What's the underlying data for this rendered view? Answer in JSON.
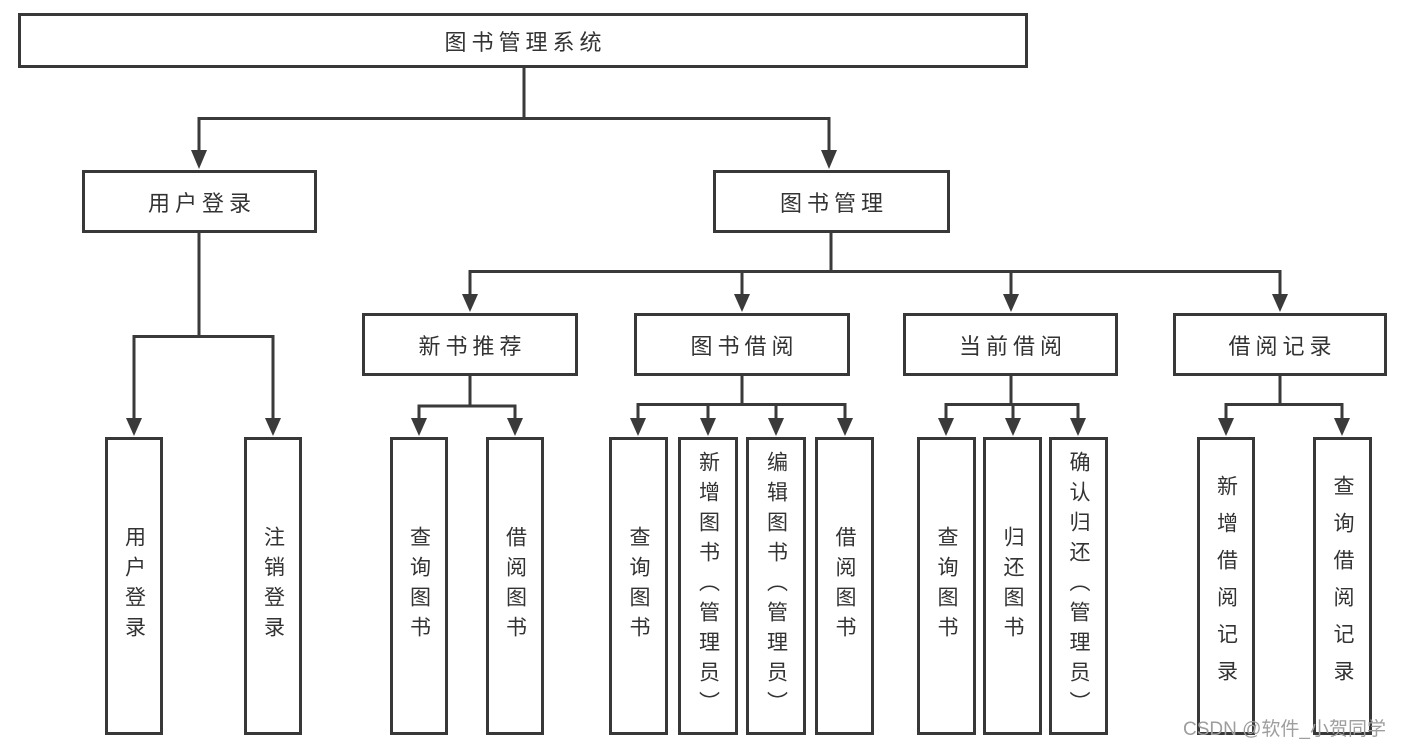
{
  "diagram": {
    "type": "hierarchy-tree",
    "root": {
      "label": "图书管理系统"
    },
    "level2": [
      {
        "label": "用户登录",
        "parent": "图书管理系统"
      },
      {
        "label": "图书管理",
        "parent": "图书管理系统"
      }
    ],
    "level3": [
      {
        "label": "新书推荐",
        "parent": "图书管理"
      },
      {
        "label": "图书借阅",
        "parent": "图书管理"
      },
      {
        "label": "当前借阅",
        "parent": "图书管理"
      },
      {
        "label": "借阅记录",
        "parent": "图书管理"
      }
    ],
    "leaves": [
      {
        "label": "用户登录",
        "parent": "用户登录"
      },
      {
        "label": "注销登录",
        "parent": "用户登录"
      },
      {
        "label": "查询图书",
        "parent": "新书推荐"
      },
      {
        "label": "借阅图书",
        "parent": "新书推荐"
      },
      {
        "label": "查询图书",
        "parent": "图书借阅"
      },
      {
        "label": "新增图书（管理员）",
        "parent": "图书借阅"
      },
      {
        "label": "编辑图书（管理员）",
        "parent": "图书借阅"
      },
      {
        "label": "借阅图书",
        "parent": "图书借阅"
      },
      {
        "label": "查询图书",
        "parent": "当前借阅"
      },
      {
        "label": "归还图书",
        "parent": "当前借阅"
      },
      {
        "label": "确认归还（管理员）",
        "parent": "当前借阅"
      },
      {
        "label": "新增借阅记录",
        "parent": "借阅记录"
      },
      {
        "label": "查询借阅记录",
        "parent": "借阅记录"
      }
    ]
  },
  "watermark": {
    "text": "CSDN @软件_小贺同学"
  },
  "colors": {
    "line": "#3a3a3a",
    "box_border": "#383838",
    "text": "#333333",
    "watermark": "#9e9e9e",
    "background": "#ffffff"
  }
}
